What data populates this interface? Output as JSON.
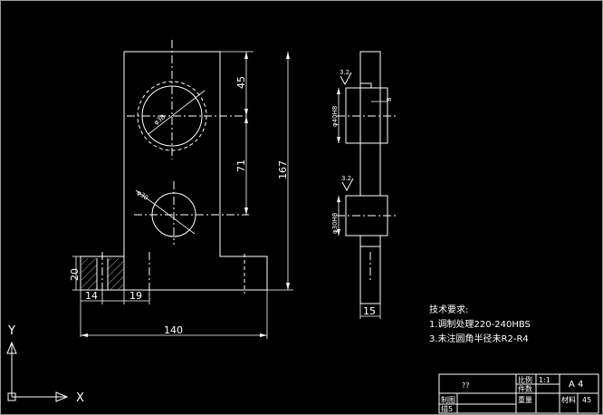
{
  "front_view": {
    "dimensions": {
      "offset_hole": "45",
      "hole_spacing": "71",
      "height": "167",
      "foot_height": "20",
      "foot_left": "14",
      "foot_right": "19",
      "width": "140",
      "dia_large": "φ38",
      "dia_small": "φ30"
    }
  },
  "side_view": {
    "dimensions": {
      "bore_upper": "φ40H8",
      "bore_lower": "φ30H8",
      "thickness": "15",
      "chamfer": "8"
    },
    "roughness_upper": "3.2",
    "roughness_lower": "3.2"
  },
  "notes": {
    "title": "技术要求:",
    "line1": "1.调制处理220-240HBS",
    "line2": "3.未注圆角半径未R2-R4"
  },
  "title_block": {
    "name": "??",
    "scale_label": "比例",
    "scale_value": "1:1",
    "sheet": "A 4",
    "count_label": "件数",
    "weight_label": "重量",
    "material_label": "材料",
    "material_value": "45",
    "drawn_label": "制图",
    "check_label": "描5"
  },
  "ucs": {
    "x_label": "X",
    "y_label": "Y"
  }
}
